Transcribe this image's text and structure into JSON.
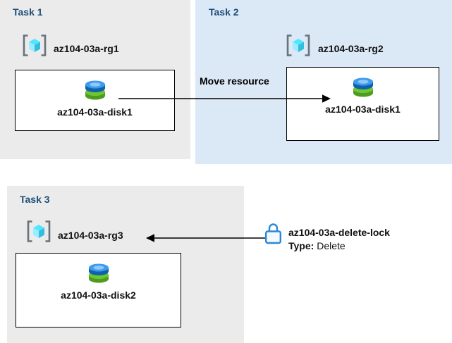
{
  "panels": [
    {
      "title": "Task 1",
      "resource_group": "az104-03a-rg1",
      "disk": "az104-03a-disk1"
    },
    {
      "title": "Task 2",
      "resource_group": "az104-03a-rg2",
      "disk": "az104-03a-disk1"
    },
    {
      "title": "Task 3",
      "resource_group": "az104-03a-rg3",
      "disk": "az104-03a-disk2"
    }
  ],
  "move_arrow": {
    "label": "Move resource"
  },
  "lock": {
    "name": "az104-03a-delete-lock",
    "type_label": "Type:",
    "type_value": "Delete"
  },
  "icons": {
    "resource_group": "resource-group-icon",
    "disk": "disk-icon",
    "lock": "lock-icon",
    "arrow": "arrow-right-icon",
    "arrow_left": "arrow-left-icon"
  },
  "colors": {
    "task_title": "#1f4e79",
    "panel_gray": "#ebebeb",
    "panel_blue": "#dbe8f6",
    "lock_blue": "#2b88d8",
    "arrow": "#000000",
    "cube_top": "#50e6ff",
    "cube_left": "#9cebff",
    "cube_right": "#32bedd",
    "disk_blue_top": "#3f9bee",
    "disk_blue_side": "#0f63ad",
    "disk_green_top": "#6fc72e",
    "disk_green_side": "#4e9c1f"
  }
}
